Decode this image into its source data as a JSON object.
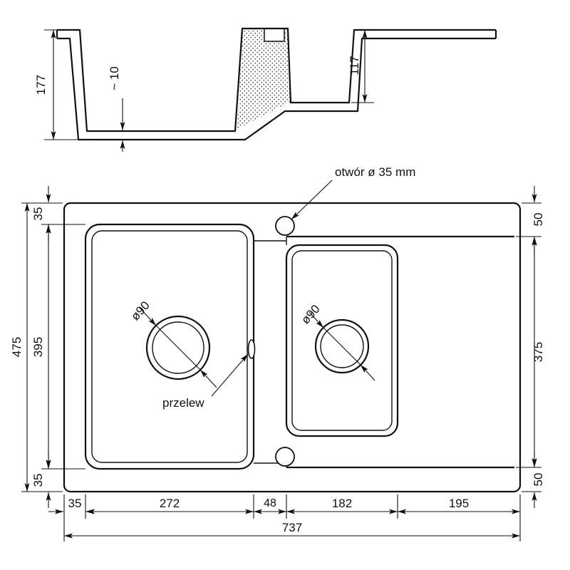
{
  "section": {
    "depth_total": "177",
    "bottom_thickness": "~ 10",
    "depth_right": "117"
  },
  "plan": {
    "hole_label": "otwór ø 35 mm",
    "overflow_label": "przelew",
    "drain_left": "ø90",
    "drain_right": "ø90",
    "left": {
      "d_top": "35",
      "d_mid": "395",
      "d_bot": "35",
      "total": "475"
    },
    "right": {
      "d_top": "50",
      "d_mid": "375",
      "d_bot": "50"
    },
    "bottom": {
      "d1": "35",
      "d2": "272",
      "d3": "48",
      "d4": "182",
      "d5": "195",
      "total": "737"
    }
  }
}
